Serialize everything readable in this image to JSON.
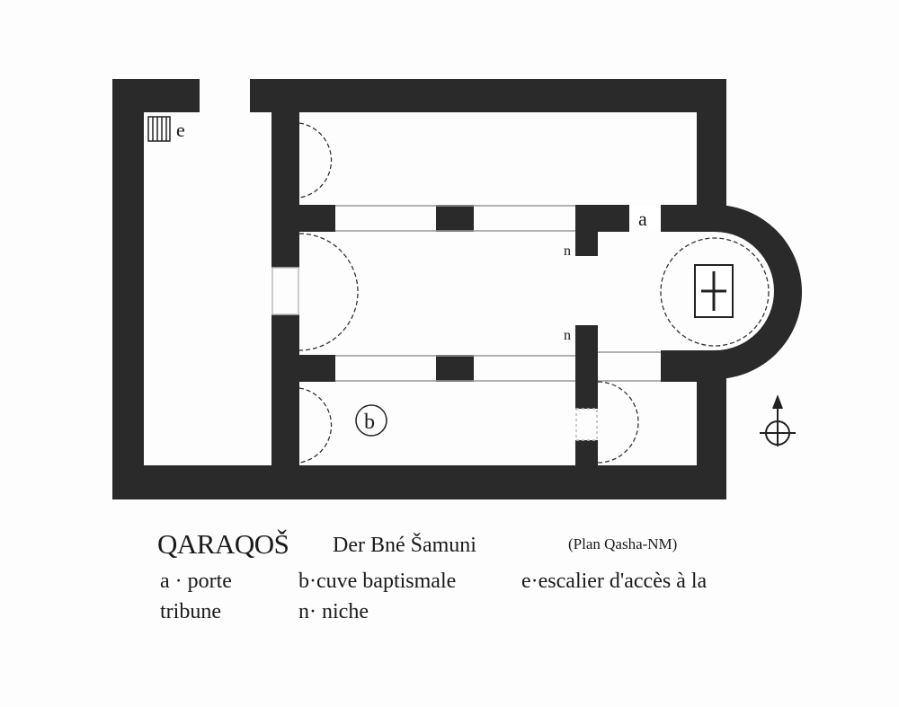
{
  "plan": {
    "labels": {
      "a": "a",
      "b": "b",
      "e": "e",
      "n1": "n",
      "n2": "n"
    },
    "wall_color": "#2a2a2a"
  },
  "caption": {
    "title": "QARAQOŠ",
    "subtitle": "Der Bné Šamuni",
    "credit": "(Plan Qasha-NM)",
    "legend": [
      {
        "text": "a · porte"
      },
      {
        "text": "b·cuve baptismale"
      },
      {
        "text": "e·escalier d'accès à la"
      },
      {
        "text": "tribune"
      },
      {
        "text": "n· niche"
      }
    ]
  }
}
